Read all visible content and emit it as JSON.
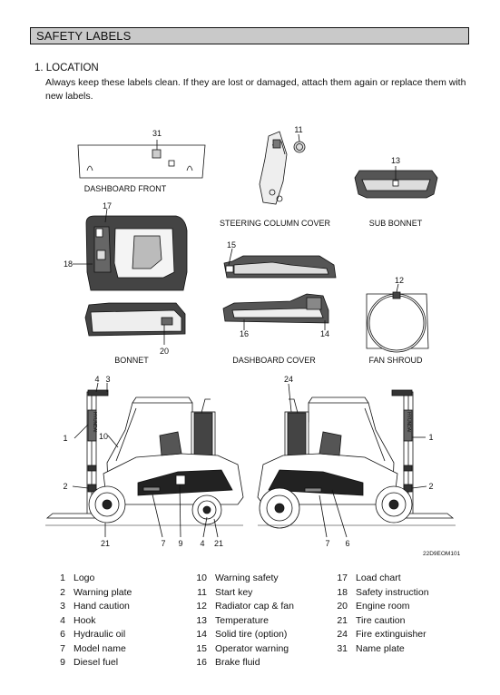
{
  "header": {
    "title": "SAFETY LABELS"
  },
  "section": {
    "heading": "1. LOCATION",
    "body": "Always keep these labels clean.  If they are lost or damaged, attach them again or replace them with new labels."
  },
  "diagram": {
    "parts": {
      "dashboard_front": "DASHBOARD FRONT",
      "steering_column_cover": "STEERING COLUMN COVER",
      "sub_bonnet": "SUB BONNET",
      "bonnet": "BONNET",
      "dashboard_cover": "DASHBOARD COVER",
      "fan_shroud": "FAN SHROUD"
    },
    "callouts": {
      "c31": "31",
      "c11": "11",
      "c13": "13",
      "c17": "17",
      "c18": "18",
      "c15": "15",
      "c12": "12",
      "c16": "16",
      "c14": "14",
      "c20": "20",
      "c4": "4",
      "c3": "3",
      "c24": "24",
      "c1_left": "1",
      "c10": "10",
      "c1_right": "1",
      "c2_left": "2",
      "c2_right": "2",
      "c21_a": "21",
      "c7_a": "7",
      "c9": "9",
      "c4_b": "4",
      "c21_b": "21",
      "c7_b": "7",
      "c6": "6"
    },
    "mast_text": "HYUNDAI",
    "figure_code": "22D9EOM101"
  },
  "legend": {
    "col1": [
      {
        "num": "1",
        "label": "Logo"
      },
      {
        "num": "2",
        "label": "Warning plate"
      },
      {
        "num": "3",
        "label": "Hand caution"
      },
      {
        "num": "4",
        "label": "Hook"
      },
      {
        "num": "6",
        "label": "Hydraulic oil"
      },
      {
        "num": "7",
        "label": "Model name"
      },
      {
        "num": "9",
        "label": "Diesel fuel"
      }
    ],
    "col2": [
      {
        "num": "10",
        "label": "Warning safety"
      },
      {
        "num": "11",
        "label": "Start key"
      },
      {
        "num": "12",
        "label": "Radiator cap & fan"
      },
      {
        "num": "13",
        "label": "Temperature"
      },
      {
        "num": "14",
        "label": "Solid tire (option)"
      },
      {
        "num": "15",
        "label": "Operator warning"
      },
      {
        "num": "16",
        "label": "Brake fluid"
      }
    ],
    "col3": [
      {
        "num": "17",
        "label": "Load chart"
      },
      {
        "num": "18",
        "label": "Safety instruction"
      },
      {
        "num": "20",
        "label": "Engine room"
      },
      {
        "num": "21",
        "label": "Tire caution"
      },
      {
        "num": "24",
        "label": "Fire extinguisher"
      },
      {
        "num": "31",
        "label": "Name plate"
      }
    ]
  }
}
